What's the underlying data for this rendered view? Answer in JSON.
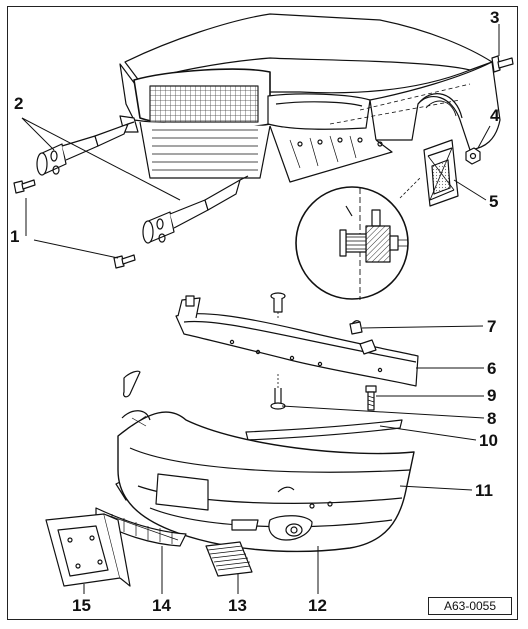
{
  "figure": {
    "reference_code": "A63-0055",
    "callouts": [
      {
        "id": "1",
        "label": "1"
      },
      {
        "id": "2",
        "label": "2"
      },
      {
        "id": "3",
        "label": "3"
      },
      {
        "id": "4",
        "label": "4"
      },
      {
        "id": "5",
        "label": "5"
      },
      {
        "id": "6",
        "label": "6"
      },
      {
        "id": "7",
        "label": "7"
      },
      {
        "id": "8",
        "label": "8"
      },
      {
        "id": "9",
        "label": "9"
      },
      {
        "id": "10",
        "label": "10"
      },
      {
        "id": "11",
        "label": "11"
      },
      {
        "id": "12",
        "label": "12"
      },
      {
        "id": "13",
        "label": "13"
      },
      {
        "id": "14",
        "label": "14"
      },
      {
        "id": "15",
        "label": "15"
      }
    ]
  }
}
